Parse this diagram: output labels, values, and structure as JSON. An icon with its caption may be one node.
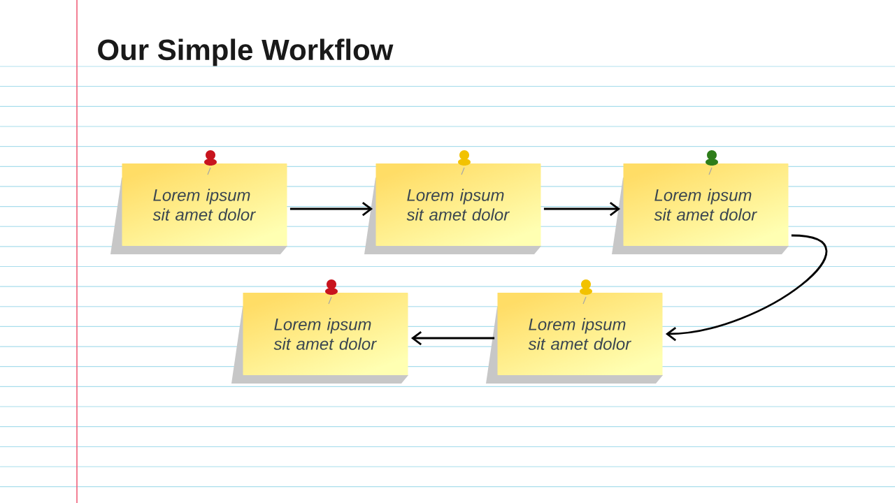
{
  "diagram": {
    "title": "Our Simple Workflow",
    "nodes": [
      {
        "text": [
          "Lorem ipsum sit amet dolor"
        ]
      },
      {
        "text": [
          "Lorem ipsum sit amet dolor"
        ]
      },
      {
        "text": [
          "Lorem ipsum sit amet dolor"
        ]
      },
      {
        "text": [
          "Lorem ipsum sit amet dolor"
        ]
      },
      {
        "text": [
          "Lorem ipsum sit amet dolor"
        ]
      }
    ],
    "edges": [
      {
        "from": 0,
        "to": 1,
        "arrow": "to"
      },
      {
        "from": 1,
        "to": 2,
        "arrow": "to"
      },
      {
        "from": 2,
        "to": 3,
        "arrow": "to"
      },
      {
        "from": 3,
        "to": 4,
        "arrow": "to"
      }
    ]
  }
}
